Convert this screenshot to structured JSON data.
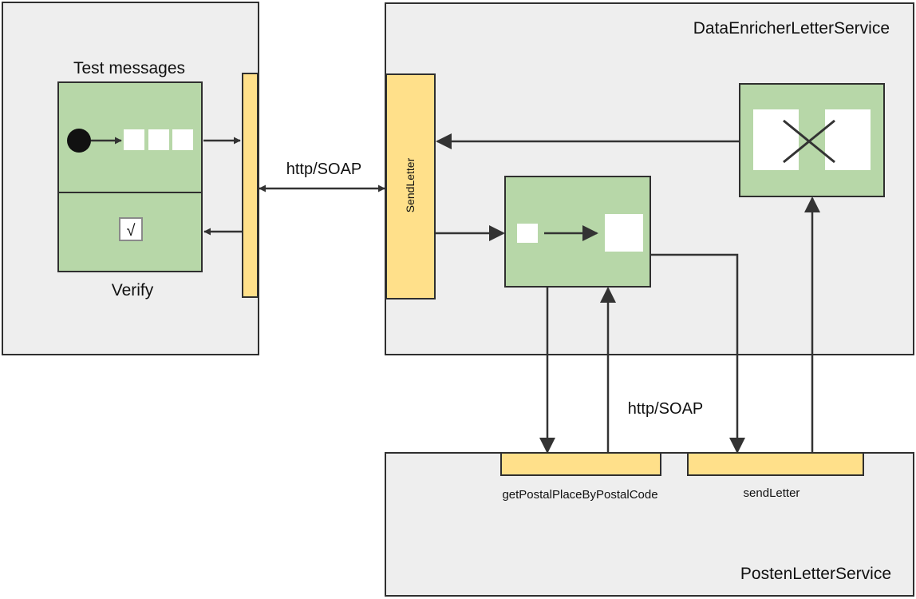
{
  "test_client": {
    "test_messages_label": "Test messages",
    "verify_label": "Verify",
    "verify_check_glyph": "√"
  },
  "left_protocol_label": "http/SOAP",
  "enricher": {
    "title": "DataEnricherLetterService",
    "port_label": "SendLetter"
  },
  "bottom_protocol_label": "http/SOAP",
  "posten": {
    "title": "PostenLetterService",
    "port1_label": "getPostalPlaceByPostalCode",
    "port2_label": "sendLetter"
  },
  "colors": {
    "panel": "#eeeeee",
    "panel_border": "#2f2f2f",
    "component": "#b7d7a8",
    "port": "#ffe08a",
    "arrow": "#333333"
  },
  "icons": [
    "start-dot-icon",
    "message-sequence-icon",
    "checkbox-icon",
    "translator-icon",
    "aggregator-icon"
  ]
}
